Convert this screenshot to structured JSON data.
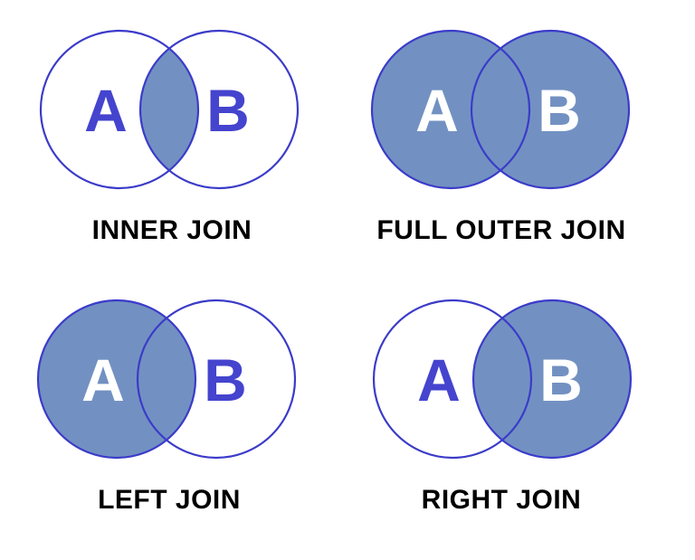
{
  "colors": {
    "background": "#FFFFFF",
    "circle_stroke": "#3B3BC9",
    "shaded_fill": "#7291C2",
    "empty_fill": "#FFFFFF",
    "letter_blue": "#4444CE",
    "letter_white": "#FFFFFF",
    "caption_color": "#000000"
  },
  "diagrams": [
    {
      "name": "inner-join",
      "caption": "INNER JOIN",
      "set_a": "A",
      "set_b": "B",
      "shaded_region": "intersection",
      "set_a_letter_color": "blue",
      "set_b_letter_color": "blue"
    },
    {
      "name": "full-outer-join",
      "caption": "FULL OUTER JOIN",
      "set_a": "A",
      "set_b": "B",
      "shaded_region": "both-circles",
      "set_a_letter_color": "white",
      "set_b_letter_color": "white"
    },
    {
      "name": "left-join",
      "caption": "LEFT JOIN",
      "set_a": "A",
      "set_b": "B",
      "shaded_region": "left-circle",
      "set_a_letter_color": "white",
      "set_b_letter_color": "blue"
    },
    {
      "name": "right-join",
      "caption": "RIGHT JOIN",
      "set_a": "A",
      "set_b": "B",
      "shaded_region": "right-circle",
      "set_a_letter_color": "blue",
      "set_b_letter_color": "white"
    }
  ]
}
